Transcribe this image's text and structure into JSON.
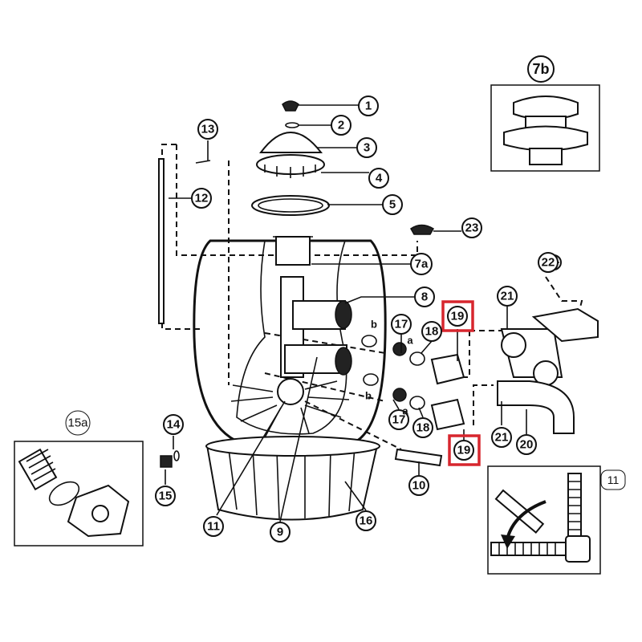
{
  "diagram": {
    "callouts": {
      "c1": "1",
      "c2": "2",
      "c3": "3",
      "c4": "4",
      "c5": "5",
      "c7a": "7a",
      "c8": "8",
      "c9": "9",
      "c10": "10",
      "c11": "11",
      "c12": "12",
      "c13": "13",
      "c14": "14",
      "c15": "15",
      "c16": "16",
      "c17_top": "17",
      "c17_bottom": "17",
      "c18_top": "18",
      "c18_bottom": "18",
      "c19_top": "19",
      "c19_bottom": "19",
      "c20": "20",
      "c21_top": "21",
      "c21_bottom": "21",
      "c22": "22",
      "c23": "23",
      "sub_a_top": "a",
      "sub_b_top": "b",
      "sub_a_bottom": "a",
      "sub_b_bottom": "b"
    },
    "insets": {
      "inset_7b": "7b",
      "inset_15a": "15a",
      "inset_11": "11"
    },
    "highlight_color": "#d7262e"
  }
}
